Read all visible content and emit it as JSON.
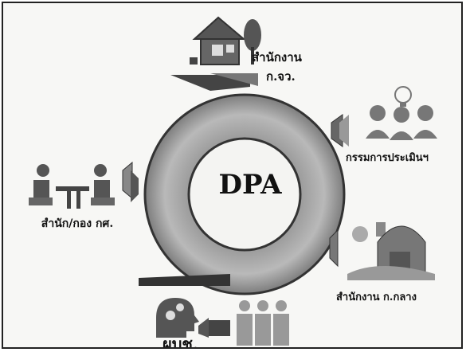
{
  "center_label": "DPA",
  "top": {
    "line1": "สำนักงาน",
    "line2": "ก.จว."
  },
  "right": "กรรมการประเมินฯ",
  "left": "สำนัก/กอง กศ.",
  "bottom_right": "สำนักงาน ก.กลาง",
  "bottom_left": "ผบช."
}
